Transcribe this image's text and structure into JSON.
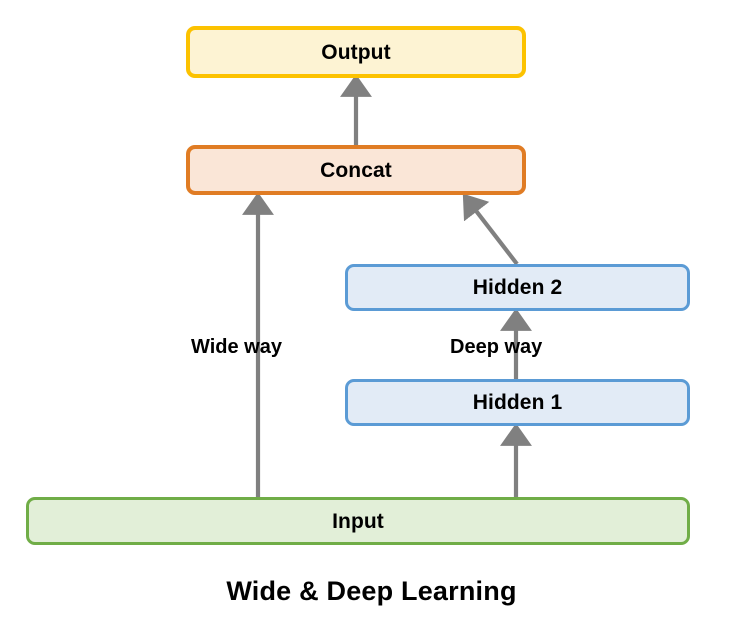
{
  "diagram": {
    "caption": "Wide & Deep Learning",
    "background_color": "#ffffff",
    "nodes": [
      {
        "id": "output",
        "label": "Output",
        "fill_color": "#fdf3d3",
        "border_color": "#fcc200"
      },
      {
        "id": "concat",
        "label": "Concat",
        "fill_color": "#fae6d7",
        "border_color": "#e07c24"
      },
      {
        "id": "hidden2",
        "label": "Hidden 2",
        "fill_color": "#e2ebf6",
        "border_color": "#5b9bd5"
      },
      {
        "id": "hidden1",
        "label": "Hidden 1",
        "fill_color": "#e2ebf6",
        "border_color": "#5b9bd5"
      },
      {
        "id": "input",
        "label": "Input",
        "fill_color": "#e2efd8",
        "border_color": "#70ad47"
      }
    ],
    "edges": [
      {
        "id": "concat-to-output",
        "from": "concat",
        "to": "output",
        "label": "",
        "color": "#808080"
      },
      {
        "id": "input-to-concat",
        "from": "input",
        "to": "concat",
        "label": "Wide way",
        "color": "#808080"
      },
      {
        "id": "hidden2-to-concat",
        "from": "hidden2",
        "to": "concat",
        "label": "",
        "color": "#808080"
      },
      {
        "id": "hidden1-to-hidden2",
        "from": "hidden1",
        "to": "hidden2",
        "label": "Deep way",
        "color": "#808080"
      },
      {
        "id": "input-to-hidden1",
        "from": "input",
        "to": "hidden1",
        "label": "",
        "color": "#808080"
      }
    ],
    "edge_labels": {
      "wide": "Wide way",
      "deep": "Deep way"
    }
  }
}
